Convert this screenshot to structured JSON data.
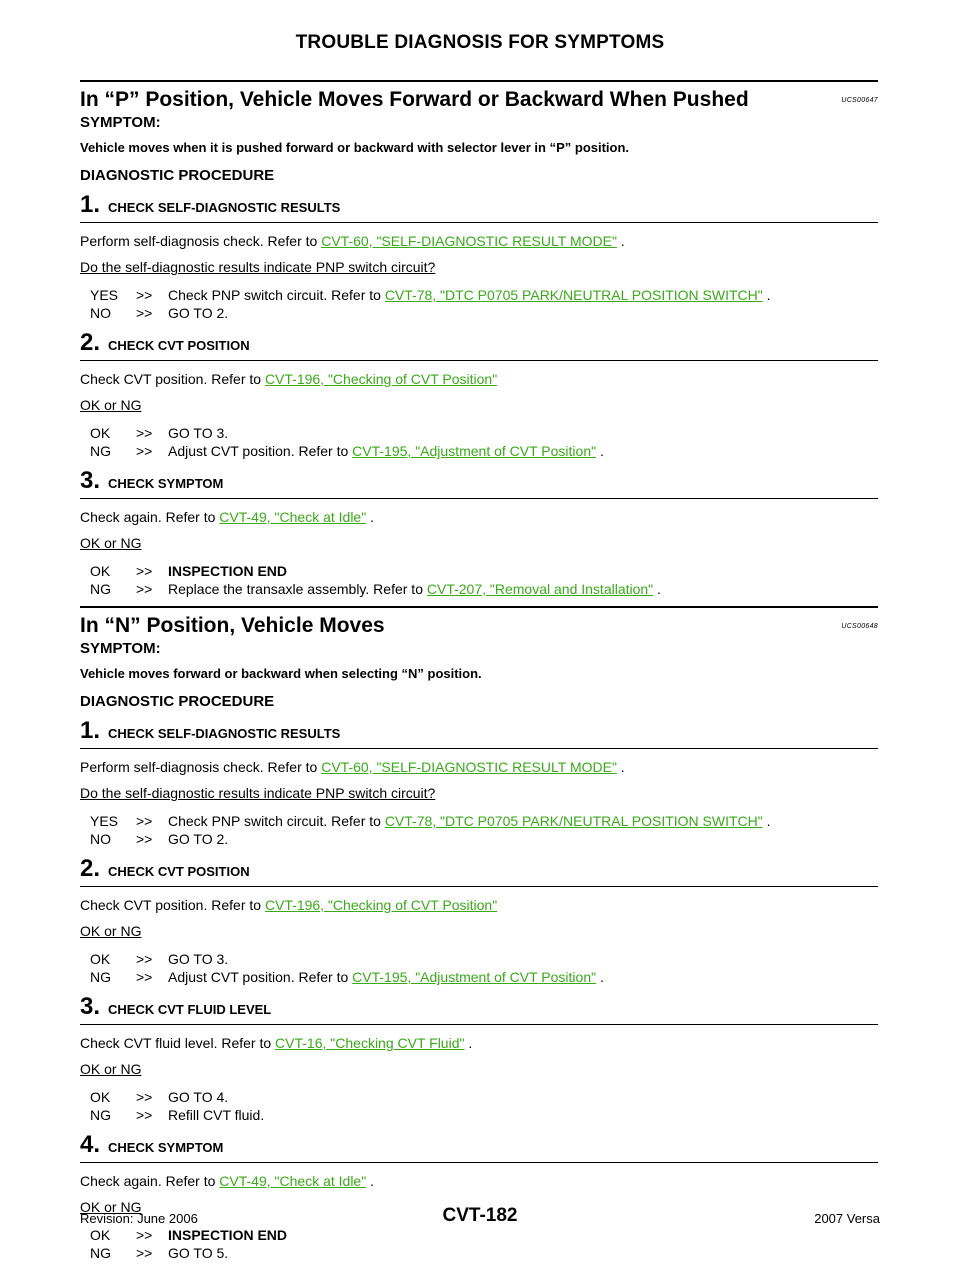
{
  "header": {
    "title": "TROUBLE DIAGNOSIS FOR SYMPTOMS"
  },
  "sections": [
    {
      "title": "In “P” Position, Vehicle Moves Forward or Backward When Pushed",
      "code": "UCS00647",
      "symptom_label": "SYMPTOM:",
      "symptom_text": "Vehicle moves when it is pushed forward or backward with selector lever in “P” position.",
      "diag_label": "DIAGNOSTIC PROCEDURE",
      "steps": [
        {
          "num": "1.",
          "title": "CHECK SELF-DIAGNOSTIC RESULTS",
          "line": "Perform self-diagnosis check. Refer to",
          "link": "CVT-60, \"SELF-DIAGNOSTIC RESULT MODE\"",
          "line_end": " .",
          "question": "Do the self-diagnostic results indicate PNP switch circuit?",
          "answers": [
            {
              "key": "YES",
              "arrow": ">>",
              "text": "Check PNP switch circuit. Refer to",
              "link": "CVT-78, \"DTC P0705 PARK/NEUTRAL POSITION SWITCH\"",
              "end": " ."
            },
            {
              "key": "NO",
              "arrow": ">>",
              "text": "GO TO 2.",
              "link": "",
              "end": ""
            }
          ]
        },
        {
          "num": "2.",
          "title": "CHECK CVT POSITION",
          "line": "Check CVT position. Refer to",
          "link": "CVT-196, \"Checking of CVT Position\"",
          "line_end": "",
          "question": "OK or NG",
          "answers": [
            {
              "key": "OK",
              "arrow": ">>",
              "text": "GO TO 3.",
              "link": "",
              "end": ""
            },
            {
              "key": "NG",
              "arrow": ">>",
              "text": "Adjust CVT position. Refer to",
              "link": "CVT-195, \"Adjustment of CVT Position\"",
              "end": " ."
            }
          ]
        },
        {
          "num": "3.",
          "title": "CHECK SYMPTOM",
          "line": "Check again. Refer to",
          "link": "CVT-49, \"Check at Idle\"",
          "line_end": " .",
          "question": "OK or NG",
          "answers": [
            {
              "key": "OK",
              "arrow": ">>",
              "text": "INSPECTION END",
              "bold": true,
              "link": "",
              "end": ""
            },
            {
              "key": "NG",
              "arrow": ">>",
              "text": "Replace the transaxle assembly. Refer to",
              "link": "CVT-207, \"Removal and Installation\"",
              "end": " ."
            }
          ]
        }
      ]
    },
    {
      "title": "In “N” Position, Vehicle Moves",
      "code": "UCS00648",
      "symptom_label": "SYMPTOM:",
      "symptom_text": "Vehicle moves forward or backward when selecting “N” position.",
      "diag_label": "DIAGNOSTIC PROCEDURE",
      "steps": [
        {
          "num": "1.",
          "title": "CHECK SELF-DIAGNOSTIC RESULTS",
          "line": "Perform self-diagnosis check. Refer to",
          "link": "CVT-60, \"SELF-DIAGNOSTIC RESULT MODE\"",
          "line_end": " .",
          "question": "Do the self-diagnostic results indicate PNP switch circuit?",
          "answers": [
            {
              "key": "YES",
              "arrow": ">>",
              "text": "Check PNP switch circuit. Refer to",
              "link": "CVT-78, \"DTC P0705 PARK/NEUTRAL POSITION SWITCH\"",
              "end": " ."
            },
            {
              "key": "NO",
              "arrow": ">>",
              "text": "GO TO 2.",
              "link": "",
              "end": ""
            }
          ]
        },
        {
          "num": "2.",
          "title": "CHECK CVT POSITION",
          "line": "Check CVT position. Refer to",
          "link": "CVT-196, \"Checking of CVT Position\"",
          "line_end": "",
          "question": "OK or NG",
          "answers": [
            {
              "key": "OK",
              "arrow": ">>",
              "text": "GO TO 3.",
              "link": "",
              "end": ""
            },
            {
              "key": "NG",
              "arrow": ">>",
              "text": "Adjust CVT position. Refer to",
              "link": "CVT-195, \"Adjustment of CVT Position\"",
              "end": " ."
            }
          ]
        },
        {
          "num": "3.",
          "title": "CHECK CVT FLUID LEVEL",
          "line": "Check CVT fluid level. Refer to",
          "link": "CVT-16, \"Checking CVT Fluid\"",
          "line_end": " .",
          "question": "OK or NG",
          "answers": [
            {
              "key": "OK",
              "arrow": ">>",
              "text": "GO TO 4.",
              "link": "",
              "end": ""
            },
            {
              "key": "NG",
              "arrow": ">>",
              "text": "Refill CVT fluid.",
              "link": "",
              "end": ""
            }
          ]
        },
        {
          "num": "4.",
          "title": "CHECK SYMPTOM",
          "line": "Check again. Refer to",
          "link": "CVT-49, \"Check at Idle\"",
          "line_end": " .",
          "question": "OK or NG",
          "answers": [
            {
              "key": "OK",
              "arrow": ">>",
              "text": "INSPECTION END",
              "bold": true,
              "link": "",
              "end": ""
            },
            {
              "key": "NG",
              "arrow": ">>",
              "text": "GO TO 5.",
              "link": "",
              "end": ""
            }
          ]
        }
      ]
    }
  ],
  "footer": {
    "revision": "Revision: June 2006",
    "page_number": "CVT-182",
    "model": "2007 Versa"
  },
  "colors": {
    "link": "#3aaa1a"
  }
}
